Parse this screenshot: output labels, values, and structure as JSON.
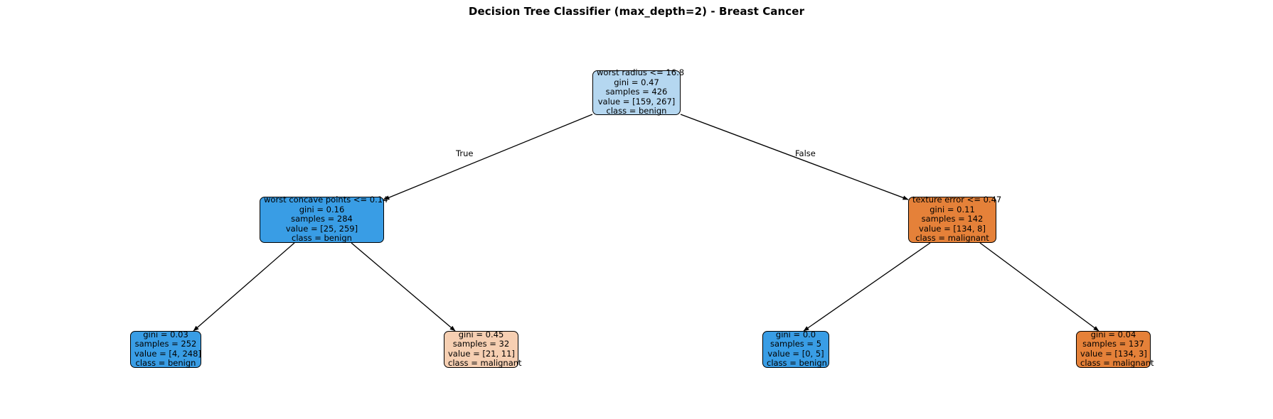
{
  "chart_data": {
    "type": "tree",
    "title": "Decision Tree Classifier (max_depth=2) - Breast Cancer",
    "model": {
      "criterion": "gini",
      "max_depth": 2,
      "classes": [
        "malignant",
        "benign"
      ],
      "total_samples": 426
    },
    "edge_labels": {
      "left": "True",
      "right": "False"
    },
    "colors": {
      "benign_strong": "#399de5",
      "benign_weak": "#b5d7f0",
      "malignant_strong": "#e58139",
      "malignant_weak": "#f6cfb2",
      "border": "#000000",
      "text": "#000000",
      "background": "#ffffff"
    },
    "nodes": [
      {
        "id": "root",
        "depth": 0,
        "kind": "split",
        "feature": "worst radius",
        "threshold": 16.8,
        "lines": [
          "worst radius <= 16.8",
          "gini = 0.47",
          "samples = 426",
          "value = [159, 267]",
          "class = benign"
        ],
        "gini": 0.47,
        "samples": 426,
        "value": [
          159,
          267
        ],
        "class": "benign",
        "fill": "#b5d7f0"
      },
      {
        "id": "left",
        "depth": 1,
        "kind": "split",
        "feature": "worst concave points",
        "threshold": 0.14,
        "lines": [
          "worst concave points <= 0.14",
          "gini = 0.16",
          "samples = 284",
          "value = [25, 259]",
          "class = benign"
        ],
        "gini": 0.16,
        "samples": 284,
        "value": [
          25,
          259
        ],
        "class": "benign",
        "fill": "#399de5"
      },
      {
        "id": "right",
        "depth": 1,
        "kind": "split",
        "feature": "texture error",
        "threshold": 0.47,
        "lines": [
          "texture error <= 0.47",
          "gini = 0.11",
          "samples = 142",
          "value = [134, 8]",
          "class = malignant"
        ],
        "gini": 0.11,
        "samples": 142,
        "value": [
          134,
          8
        ],
        "class": "malignant",
        "fill": "#e58139"
      },
      {
        "id": "leaf-1",
        "depth": 2,
        "kind": "leaf",
        "lines": [
          "gini = 0.03",
          "samples = 252",
          "value = [4, 248]",
          "class = benign"
        ],
        "gini": 0.03,
        "samples": 252,
        "value": [
          4,
          248
        ],
        "class": "benign",
        "fill": "#399de5"
      },
      {
        "id": "leaf-2",
        "depth": 2,
        "kind": "leaf",
        "lines": [
          "gini = 0.45",
          "samples = 32",
          "value = [21, 11]",
          "class = malignant"
        ],
        "gini": 0.45,
        "samples": 32,
        "value": [
          21,
          11
        ],
        "class": "malignant",
        "fill": "#f6cfb2"
      },
      {
        "id": "leaf-3",
        "depth": 2,
        "kind": "leaf",
        "lines": [
          "gini = 0.0",
          "samples = 5",
          "value = [0, 5]",
          "class = benign"
        ],
        "gini": 0.0,
        "samples": 5,
        "value": [
          0,
          5
        ],
        "class": "benign",
        "fill": "#399de5"
      },
      {
        "id": "leaf-4",
        "depth": 2,
        "kind": "leaf",
        "lines": [
          "gini = 0.04",
          "samples = 137",
          "value = [134, 3]",
          "class = malignant"
        ],
        "gini": 0.04,
        "samples": 137,
        "value": [
          134,
          3
        ],
        "class": "malignant",
        "fill": "#e58139"
      }
    ],
    "edges": [
      {
        "from": "root",
        "to": "left",
        "label": "True"
      },
      {
        "from": "root",
        "to": "right",
        "label": "False"
      },
      {
        "from": "left",
        "to": "leaf-1",
        "label": ""
      },
      {
        "from": "left",
        "to": "leaf-2",
        "label": ""
      },
      {
        "from": "right",
        "to": "leaf-3",
        "label": ""
      },
      {
        "from": "right",
        "to": "leaf-4",
        "label": ""
      }
    ]
  }
}
